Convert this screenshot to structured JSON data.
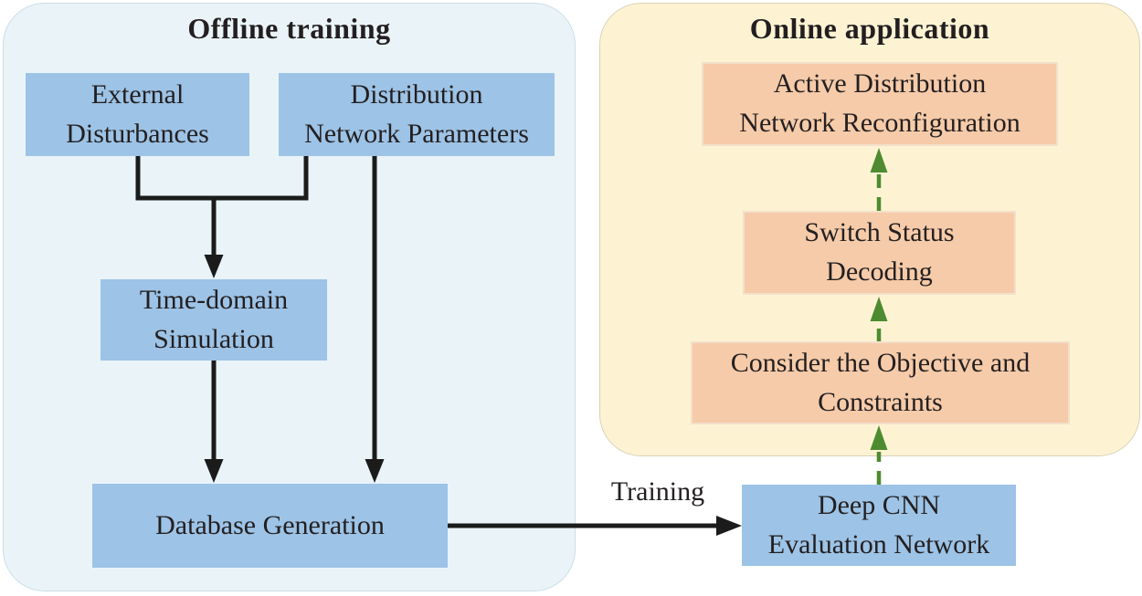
{
  "figure": {
    "offline_panel": {
      "title": "Offline training",
      "boxes": {
        "external_disturbances": "External\nDisturbances",
        "distribution_network_parameters": "Distribution\nNetwork Parameters",
        "time_domain_simulation": "Time-domain\nSimulation",
        "database_generation": "Database Generation"
      }
    },
    "online_panel": {
      "title": "Online application",
      "boxes": {
        "active_distribution_network_reconfiguration": "Active Distribution\nNetwork Reconfiguration",
        "switch_status_decoding": "Switch Status\nDecoding",
        "consider_objective_and_constraints": "Consider the Objective and\nConstraints"
      }
    },
    "bridge": {
      "deep_cnn_evaluation_network": "Deep CNN\nEvaluation Network",
      "training_label": "Training"
    },
    "colors": {
      "offline_panel_bg": "#eaf4f8",
      "online_panel_bg": "#fdf3d3",
      "blue_box": "#9dc3e6",
      "orange_box": "#f6cba9",
      "arrow_black": "#1b1b1b",
      "arrow_green": "#4e8b30",
      "text": "#231f20"
    }
  }
}
